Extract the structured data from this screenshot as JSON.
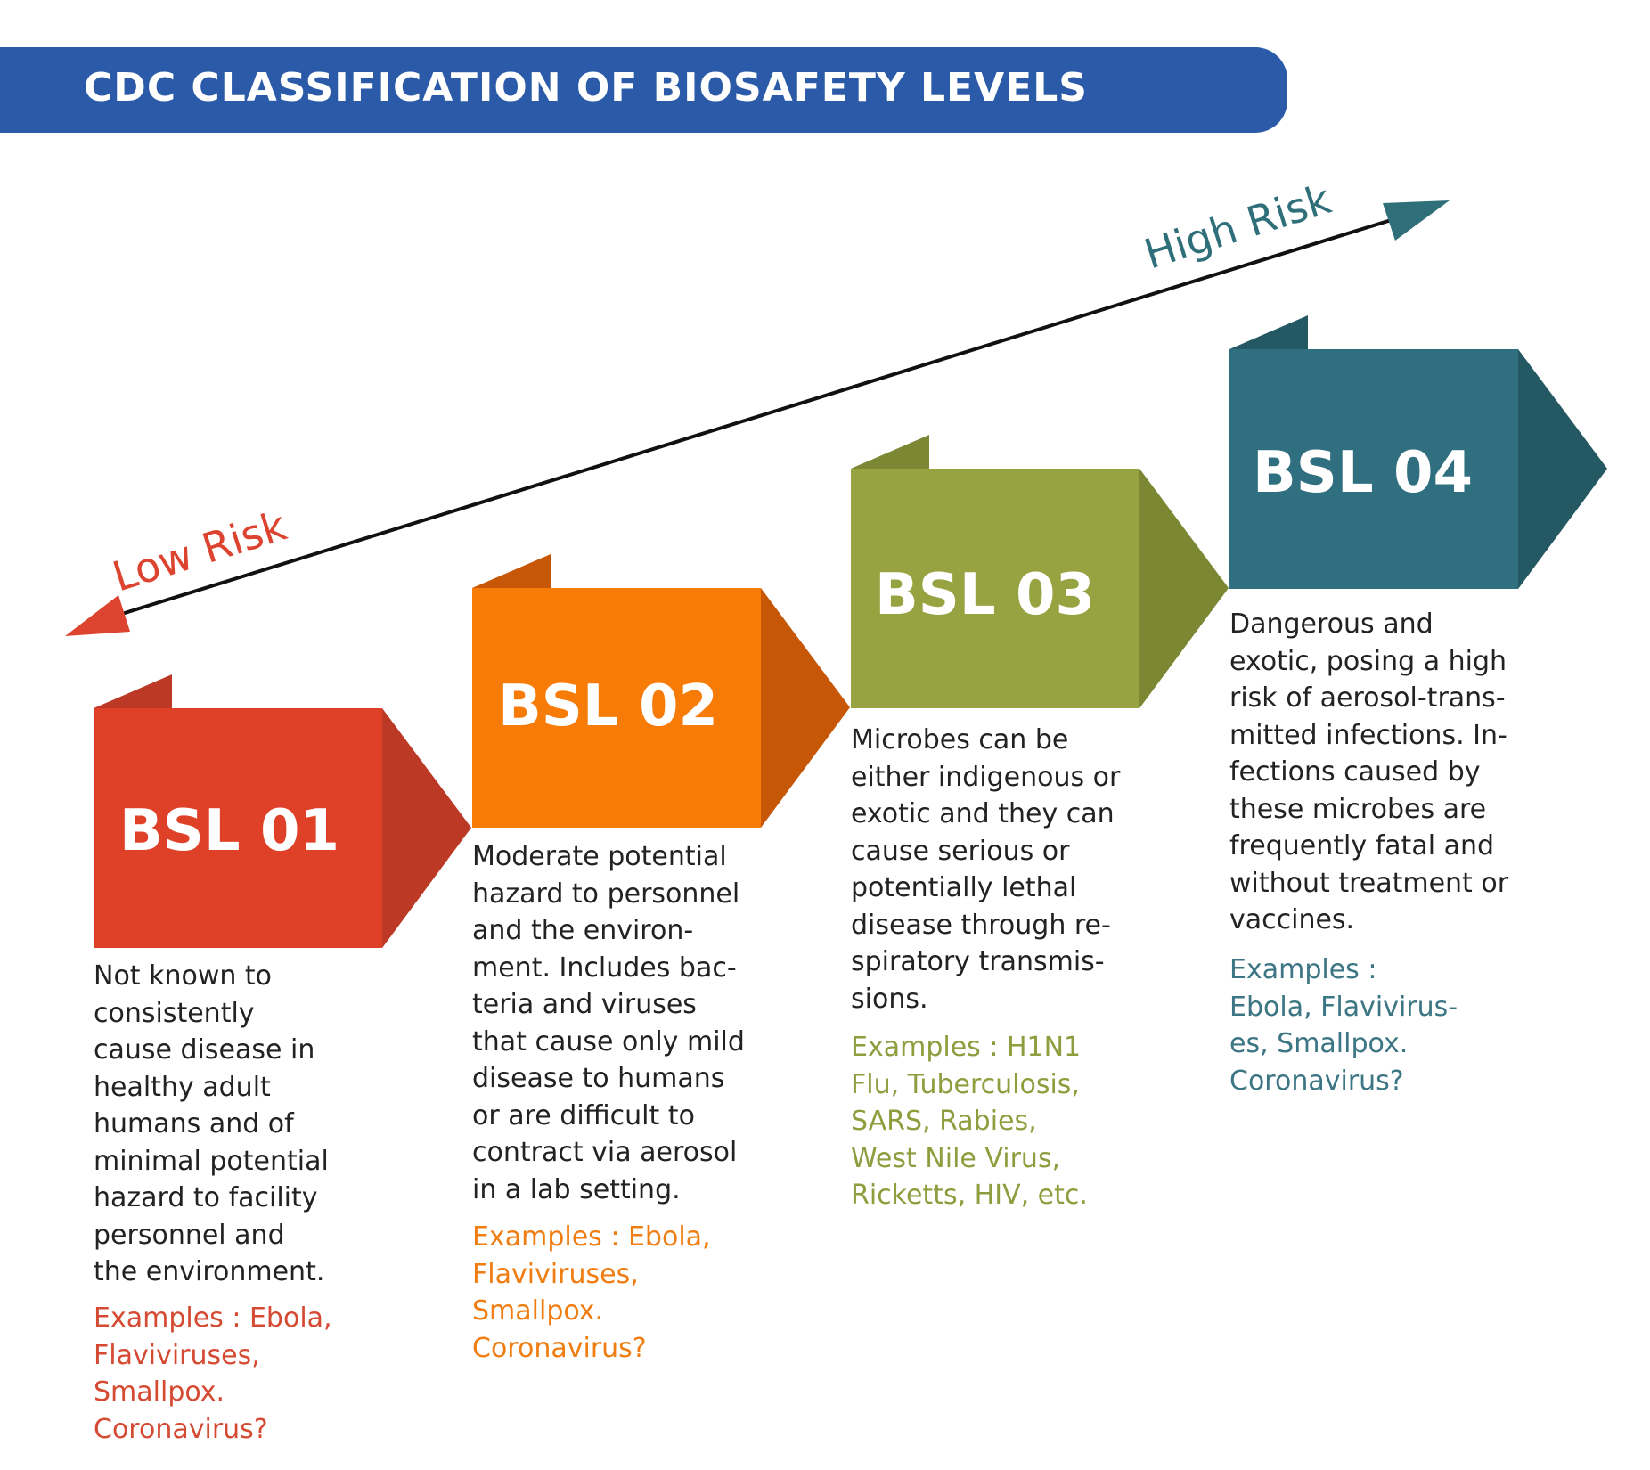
{
  "title": "CDC CLASSIFICATION OF BIOSAFETY LEVELS",
  "risk_axis": {
    "low_label": "Low Risk",
    "high_label": "High Risk",
    "low_color": "#dc4430",
    "high_color": "#2f6f7a"
  },
  "levels": [
    {
      "label": "BSL 01",
      "color": "#df4028",
      "fold_color": "#bc3a25",
      "text_color": "#d54a32",
      "description": "Not known to consistently cause disease in healthy adult humans and of minimal potential hazard to facility personnel and the environment.",
      "description_lines": [
        "Not known to",
        "consistently",
        "cause disease in",
        "healthy adult",
        "humans and of",
        "minimal potential",
        "hazard to facility",
        "personnel and",
        "the environment."
      ],
      "examples_lines": [
        "Examples :  Ebola,",
        "Flaviviruses,",
        "Smallpox.",
        "Coronavirus?"
      ]
    },
    {
      "label": "BSL 02",
      "color": "#f77b07",
      "fold_color": "#c65706",
      "text_color": "#ef7d12",
      "description": "Moderate potential hazard to personnel and the environment. Includes bacteria and viruses that cause only mild disease to humans or are difficult to contract via aerosol in a lab setting.",
      "description_lines": [
        "Moderate potential",
        "hazard to personnel",
        "and the environ-",
        "ment.  Includes bac-",
        "teria and viruses",
        "that cause only mild",
        "disease to humans",
        "or are difficult to",
        "contract via aerosol",
        "in a lab setting."
      ],
      "examples_lines": [
        "Examples :  Ebola,",
        "Flaviviruses,",
        "Smallpox.",
        "Coronavirus?"
      ]
    },
    {
      "label": "BSL 03",
      "color": "#96a340",
      "fold_color": "#7b8733",
      "text_color": "#8f9d3e",
      "description": "Microbes can be either indigenous or exotic and they can cause serious or potentially lethal disease through respiratory transmissions.",
      "description_lines": [
        "Microbes can be",
        "either indigenous or",
        "exotic and they can",
        "cause serious or",
        "potentially lethal",
        "disease through re-",
        "spiratory transmis-",
        "sions."
      ],
      "examples_lines": [
        "Examples :  H1N1",
        "Flu, Tuberculosis,",
        "SARS, Rabies,",
        "West Nile Virus,",
        "Ricketts, HIV, etc."
      ]
    },
    {
      "label": "BSL 04",
      "color": "#2f6f7f",
      "fold_color": "#245862",
      "text_color": "#3c7583",
      "description": "Dangerous and exotic, posing a high risk of aerosol-transmitted infections. Infections caused by these microbes are frequently fatal and without treatment or vaccines.",
      "description_lines": [
        "Dangerous and",
        "exotic, posing a high",
        "risk of aerosol-trans-",
        "mitted infections.  In-",
        "fections caused by",
        "these microbes are",
        "frequently fatal and",
        "without treatment or",
        "vaccines."
      ],
      "examples_lines": [
        "Examples :",
        "Ebola, Flavivirus-",
        "es, Smallpox.",
        "Coronavirus?"
      ]
    }
  ]
}
